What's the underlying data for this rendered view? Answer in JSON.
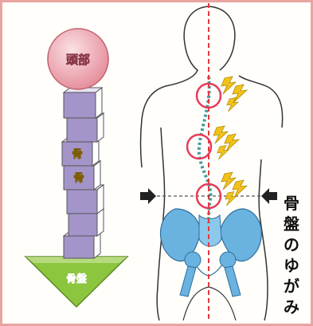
{
  "colors": {
    "frame_border": "#e8a5a0",
    "head_ball": "#eaa6b0",
    "head_ball_stroke": "#c0606e",
    "block_fill": "#a395c9",
    "block_side": "#ffffff",
    "arrow_green": "#8cc63f",
    "pelvis_blue": "#6ab3e0",
    "center_line": "#e8383d",
    "circle_red": "#e83a5a",
    "spine_teal": "#3d9b9b",
    "lightning": "#f2c21b",
    "label_red": "#e8383d",
    "outline": "#333333"
  },
  "icons": {
    "left_marker": "arrow-right-icon",
    "right_marker": "arrow-left-icon",
    "pain": "lightning-bolt-icon"
  },
  "labels": {
    "head": "頭部",
    "spine_char_1": "骨",
    "spine_char_2": "骨",
    "pelvis": "骨盤",
    "caption_col1": "骨盤",
    "caption_col2": "のゆがみ"
  }
}
